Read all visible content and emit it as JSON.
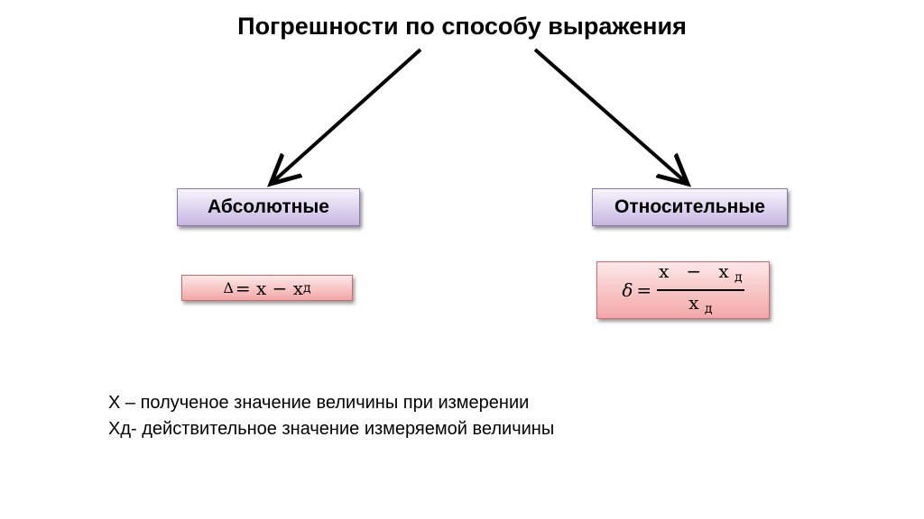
{
  "title": "Погрешности по способу выражения",
  "categories": {
    "absolute": "Абсолютные",
    "relative": "Относительные"
  },
  "formulas": {
    "absolute": {
      "symbol": "Δ",
      "equals": "=",
      "x": "x",
      "minus": "−",
      "sub": "д"
    },
    "relative": {
      "symbol": "δ",
      "equals": "=",
      "x": "x",
      "minus": "−",
      "sub": "д"
    }
  },
  "legend": {
    "line1": "X – полученое значение величины при измерении",
    "line2": "Xд- действительное значение измеряемой величины"
  }
}
